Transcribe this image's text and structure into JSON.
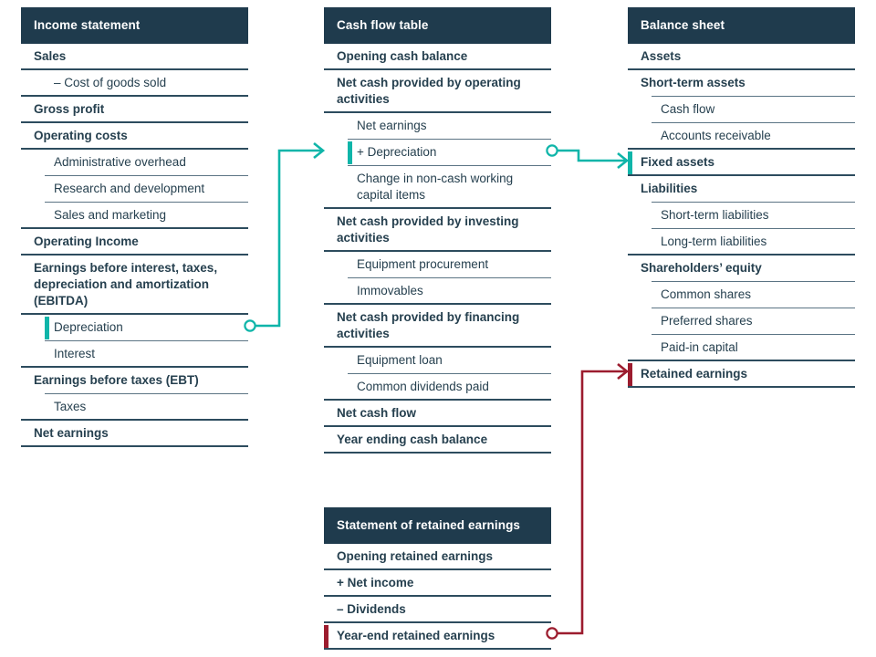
{
  "colors": {
    "header_bg": "#1f3b4d",
    "text": "#26404f",
    "rule_strong": "#2d4c5e",
    "rule_light": "#5b7484",
    "accent_teal": "#0fb5a9",
    "accent_red": "#9c1c2e",
    "background": "#ffffff"
  },
  "panels": {
    "income_statement": {
      "title": "Income statement",
      "rows": [
        {
          "label": "Sales",
          "level": 0,
          "rule": "full"
        },
        {
          "label": "– Cost of goods sold",
          "level": 1,
          "rule": "full"
        },
        {
          "label": "Gross profit",
          "level": 0,
          "rule": "full"
        },
        {
          "label": "Operating costs",
          "level": 0,
          "rule": "full"
        },
        {
          "label": "Administrative overhead",
          "level": 1,
          "rule": "inset"
        },
        {
          "label": "Research and development",
          "level": 1,
          "rule": "inset"
        },
        {
          "label": "Sales and marketing",
          "level": 1,
          "rule": "full"
        },
        {
          "label": "Operating Income",
          "level": 0,
          "rule": "full"
        },
        {
          "label": "Earnings before interest, taxes, depreciation and amortization (EBITDA)",
          "level": 0,
          "rule": "full"
        },
        {
          "label": "Depreciation",
          "level": 1,
          "rule": "inset",
          "marker": "teal",
          "connector_out": "teal"
        },
        {
          "label": "Interest",
          "level": 1,
          "rule": "full"
        },
        {
          "label": "Earnings before taxes (EBT)",
          "level": 0,
          "rule": "inset"
        },
        {
          "label": "Taxes",
          "level": 1,
          "rule": "full"
        },
        {
          "label": "Net earnings",
          "level": 0,
          "rule": "full"
        }
      ]
    },
    "cash_flow_table": {
      "title": "Cash flow table",
      "rows": [
        {
          "label": "Opening cash balance",
          "level": 0,
          "rule": "full"
        },
        {
          "label": "Net cash provided by operating activities",
          "level": 0,
          "rule": "full"
        },
        {
          "label": "Net earnings",
          "level": 1,
          "rule": "inset"
        },
        {
          "label": "+ Depreciation",
          "level": 1,
          "rule": "inset",
          "marker": "teal",
          "connector_in": "teal",
          "connector_out": "teal"
        },
        {
          "label": "Change in non-cash working capital items",
          "level": 1,
          "rule": "full"
        },
        {
          "label": "Net cash provided by investing activities",
          "level": 0,
          "rule": "full"
        },
        {
          "label": "Equipment procurement",
          "level": 1,
          "rule": "inset"
        },
        {
          "label": "Immovables",
          "level": 1,
          "rule": "full"
        },
        {
          "label": "Net cash provided by financing activities",
          "level": 0,
          "rule": "full"
        },
        {
          "label": "Equipment loan",
          "level": 1,
          "rule": "inset"
        },
        {
          "label": "Common dividends paid",
          "level": 1,
          "rule": "full"
        },
        {
          "label": "Net cash flow",
          "level": 0,
          "rule": "full"
        },
        {
          "label": "Year ending cash balance",
          "level": 0,
          "rule": "full"
        }
      ]
    },
    "balance_sheet": {
      "title": "Balance sheet",
      "rows": [
        {
          "label": "Assets",
          "level": 0,
          "rule": "full"
        },
        {
          "label": "Short-term assets",
          "level": 0,
          "rule": "inset"
        },
        {
          "label": "Cash flow",
          "level": 1,
          "rule": "inset"
        },
        {
          "label": "Accounts receivable",
          "level": 1,
          "rule": "full"
        },
        {
          "label": "Fixed assets",
          "level": 0,
          "rule": "full",
          "marker": "teal",
          "connector_in": "teal"
        },
        {
          "label": "Liabilities",
          "level": 0,
          "rule": "inset"
        },
        {
          "label": "Short-term liabilities",
          "level": 1,
          "rule": "inset"
        },
        {
          "label": "Long-term liabilities",
          "level": 1,
          "rule": "full"
        },
        {
          "label": "Shareholders’ equity",
          "level": 0,
          "rule": "inset"
        },
        {
          "label": "Common shares",
          "level": 1,
          "rule": "inset"
        },
        {
          "label": "Preferred shares",
          "level": 1,
          "rule": "inset"
        },
        {
          "label": "Paid-in capital",
          "level": 1,
          "rule": "full"
        },
        {
          "label": "Retained earnings",
          "level": 0,
          "rule": "full",
          "marker": "red",
          "connector_in": "red"
        }
      ]
    },
    "statement_of_retained_earnings": {
      "title": "Statement of retained earnings",
      "rows": [
        {
          "label": "Opening retained earnings",
          "level": 0,
          "rule": "full"
        },
        {
          "label": "+ Net income",
          "level": 0,
          "rule": "full"
        },
        {
          "label": "– Dividends",
          "level": 0,
          "rule": "full"
        },
        {
          "label": "Year-end retained earnings",
          "level": 0,
          "rule": "full",
          "marker": "red",
          "connector_out": "red"
        }
      ]
    }
  },
  "connectors": [
    {
      "name": "depreciation-to-cashflow",
      "color": "#0fb5a9",
      "from": "Income statement / Depreciation",
      "to": "Cash flow table / + Depreciation"
    },
    {
      "name": "cashflow-depreciation-to-fixed-assets",
      "color": "#0fb5a9",
      "from": "Cash flow table / + Depreciation",
      "to": "Balance sheet / Fixed assets"
    },
    {
      "name": "year-end-retained-earnings-to-balance-sheet",
      "color": "#9c1c2e",
      "from": "Statement of retained earnings / Year-end retained earnings",
      "to": "Balance sheet / Retained earnings"
    }
  ]
}
